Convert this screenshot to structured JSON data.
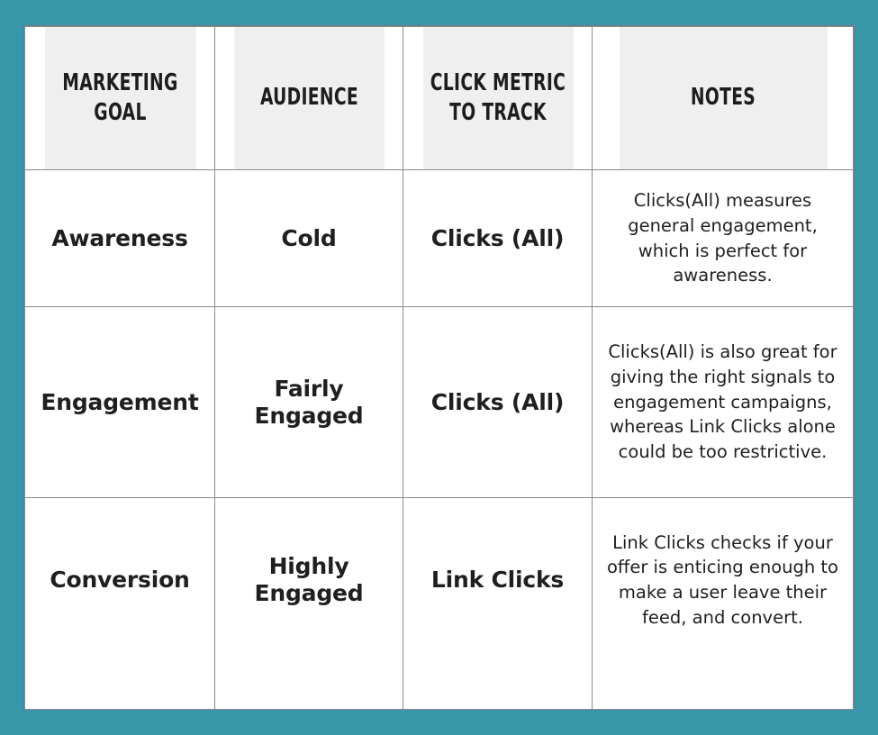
{
  "page": {
    "background_color": "#3a97a9",
    "table_border_color": "#8a8a8a",
    "header_background_color": "#efefef",
    "header_text_color": "#1d1d1d",
    "body_text_color": "#1f1f1f",
    "notes_text_color": "#3b3b3b"
  },
  "table": {
    "headers": [
      "MARKETING GOAL",
      "AUDIENCE",
      "CLICK METRIC TO TRACK",
      "NOTES"
    ],
    "rows": [
      {
        "goal": "Awareness",
        "audience": "Cold",
        "metric": "Clicks (All)",
        "notes": "Clicks(All) measures general engagement, which is perfect for awareness."
      },
      {
        "goal": "Engagement",
        "audience": "Fairly Engaged",
        "metric": "Clicks (All)",
        "notes": "Clicks(All) is also great for giving the right signals to engagement campaigns, whereas Link Clicks alone could be too restrictive."
      },
      {
        "goal": "Conversion",
        "audience": "Highly Engaged",
        "metric": "Link Clicks",
        "notes": "Link Clicks checks if your offer is enticing enough to make a user leave their feed, and convert."
      }
    ]
  }
}
